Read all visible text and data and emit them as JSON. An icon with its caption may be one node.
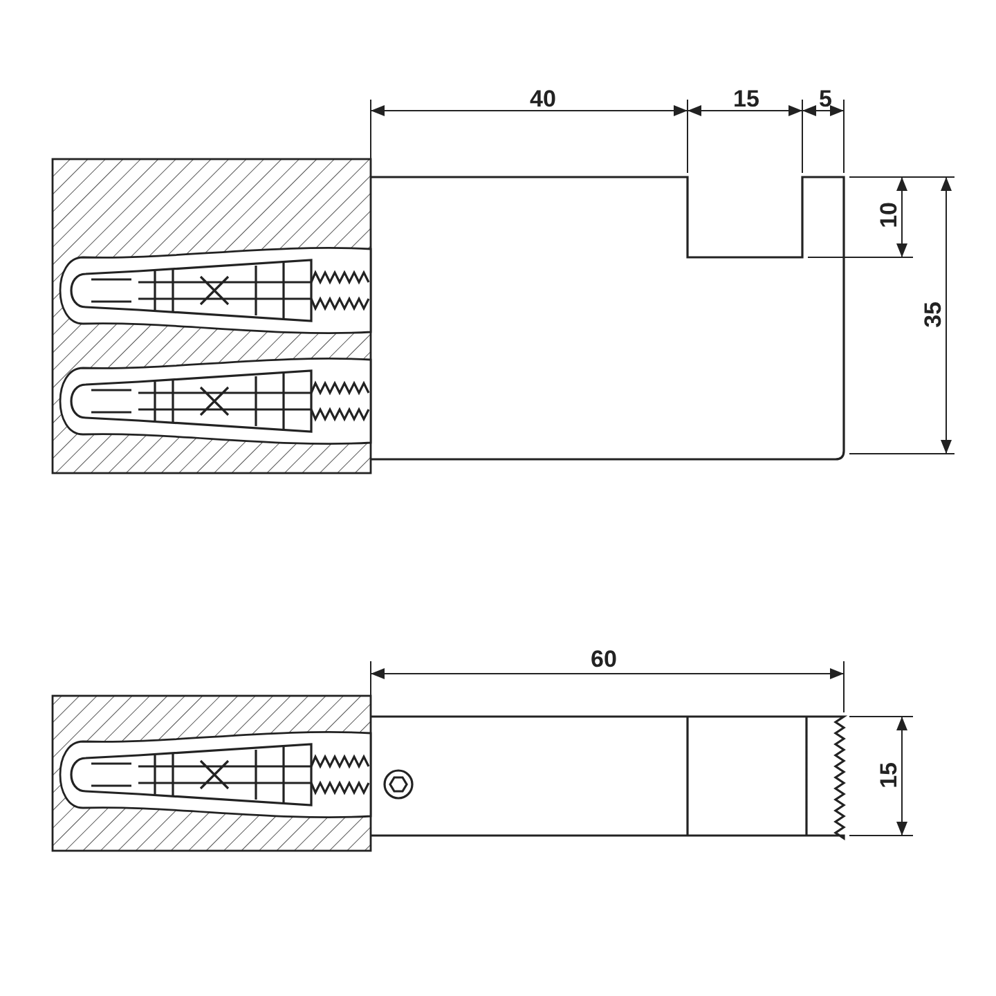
{
  "diagram": {
    "labels": [
      "40",
      "15",
      "5",
      "10",
      "35",
      "60",
      "15"
    ]
  }
}
